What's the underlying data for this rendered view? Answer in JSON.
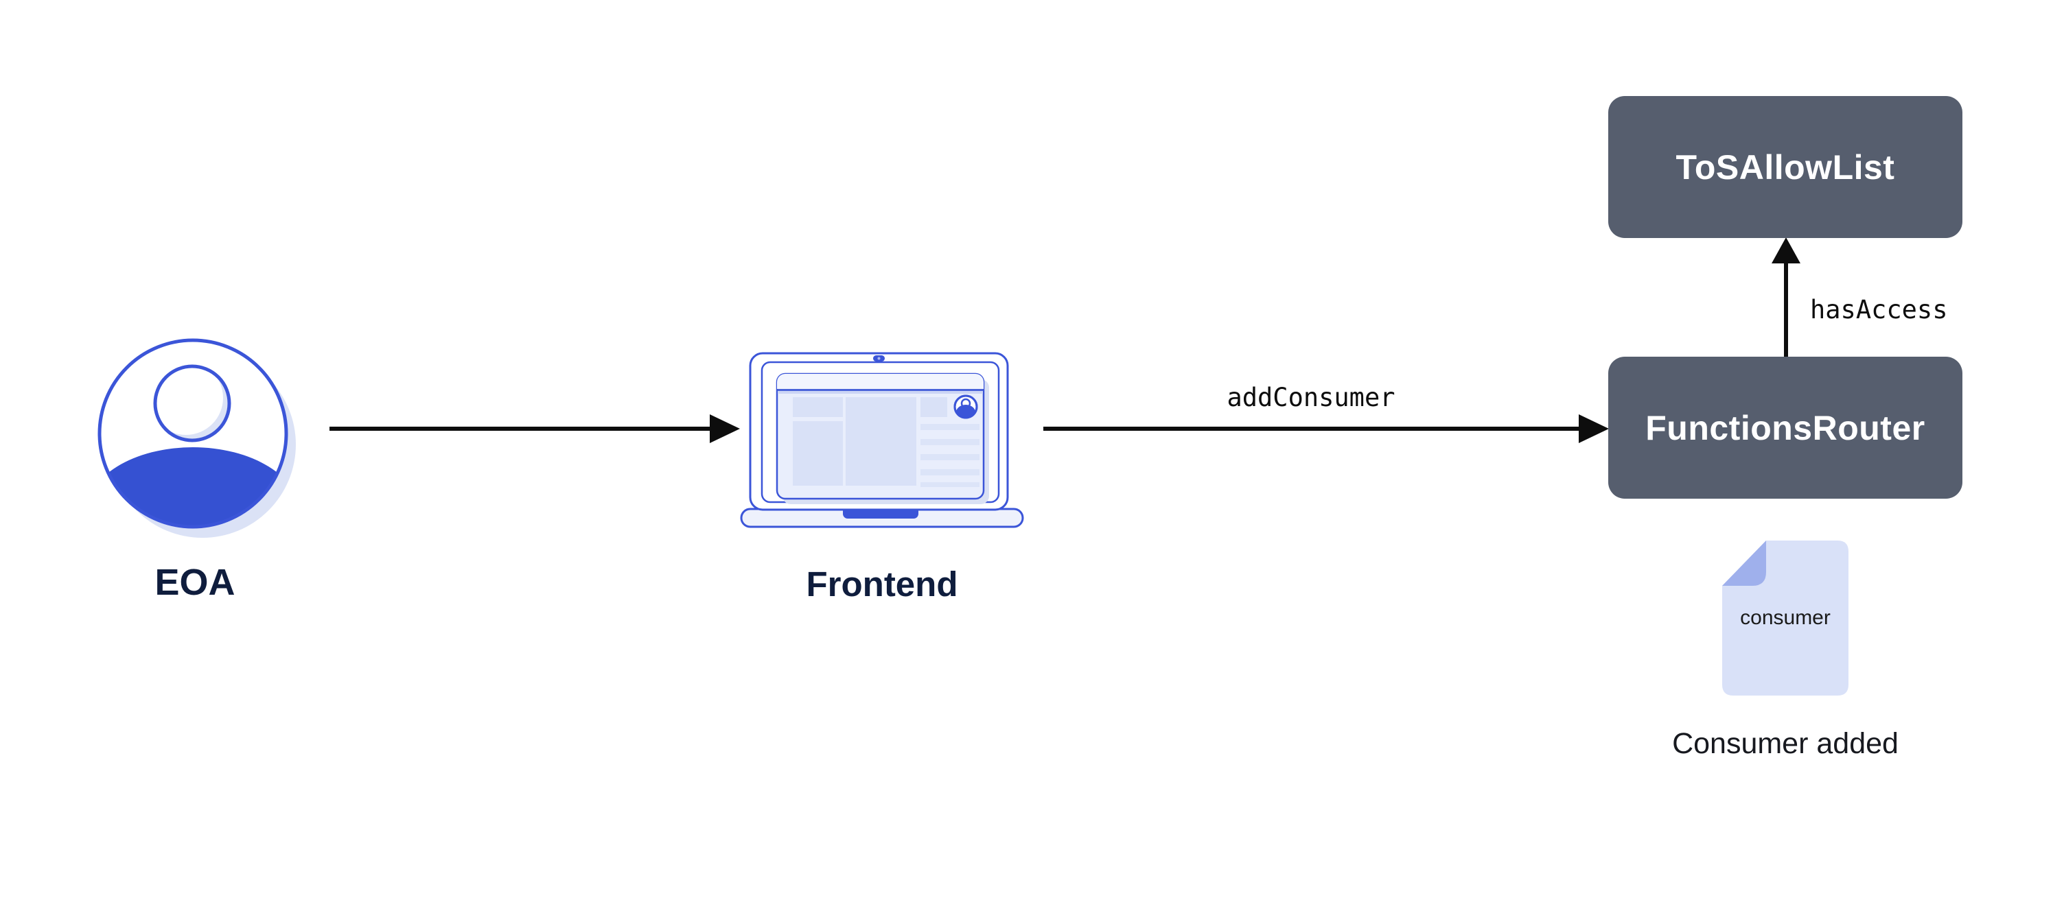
{
  "diagram": {
    "title": "addConsumer flow diagram",
    "nodes": {
      "eoa": {
        "label": "EOA",
        "icon": "user-avatar-icon"
      },
      "frontend": {
        "label": "Frontend",
        "icon": "laptop-icon"
      },
      "tos_allow_list": {
        "label": "ToSAllowList"
      },
      "functions_router": {
        "label": "FunctionsRouter"
      },
      "consumer_document": {
        "label": "consumer",
        "caption": "Consumer added",
        "icon": "document-icon"
      }
    },
    "edges": {
      "eoa_to_frontend": {
        "label": ""
      },
      "frontend_to_functions_router": {
        "label": "addConsumer"
      },
      "functions_router_to_tos_allow_list": {
        "label": "hasAccess"
      }
    },
    "colors": {
      "background": "#ffffff",
      "contract_box_fill": "#565e6e",
      "contract_box_text": "#ffffff",
      "accent_blue_stroke": "#3b55d8",
      "accent_blue_fill": "#3551d2",
      "light_periwinkle": "#dbe2f6",
      "screen_fill": "#e9eefc",
      "screen_block_fill": "#d9e1f7",
      "document_fill": "#d9e1f8",
      "document_fold_fill": "#9fb0ec",
      "arrow": "#0d0d0d",
      "caption_navy": "#0f1d3d",
      "caption_black": "#17191f"
    }
  }
}
